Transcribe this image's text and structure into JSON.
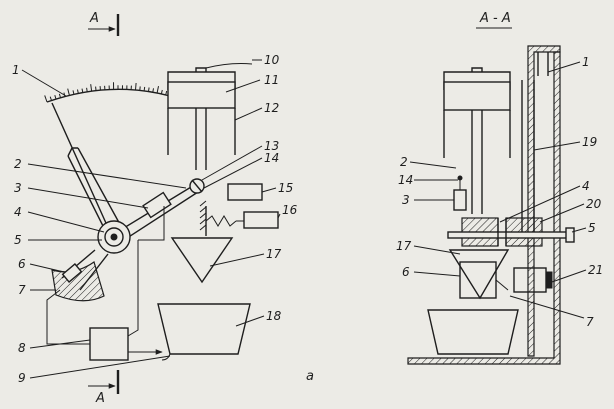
{
  "section_marker": "A",
  "section_title": "A - A",
  "subfigure_label": "a",
  "left_labels": {
    "n1": "1",
    "n2": "2",
    "n3": "3",
    "n4": "4",
    "n5": "5",
    "n6": "6",
    "n7": "7",
    "n8": "8",
    "n9": "9",
    "n10": "10",
    "n11": "11",
    "n12": "12",
    "n13": "13",
    "n14": "14",
    "n15": "15",
    "n16": "16",
    "n17": "17",
    "n18": "18"
  },
  "right_labels": {
    "n1": "1",
    "n2": "2",
    "n3": "3",
    "n4": "4",
    "n5": "5",
    "n6": "6",
    "n7": "7",
    "n14": "14",
    "n17": "17",
    "n19": "19",
    "n20": "20",
    "n21": "21"
  }
}
